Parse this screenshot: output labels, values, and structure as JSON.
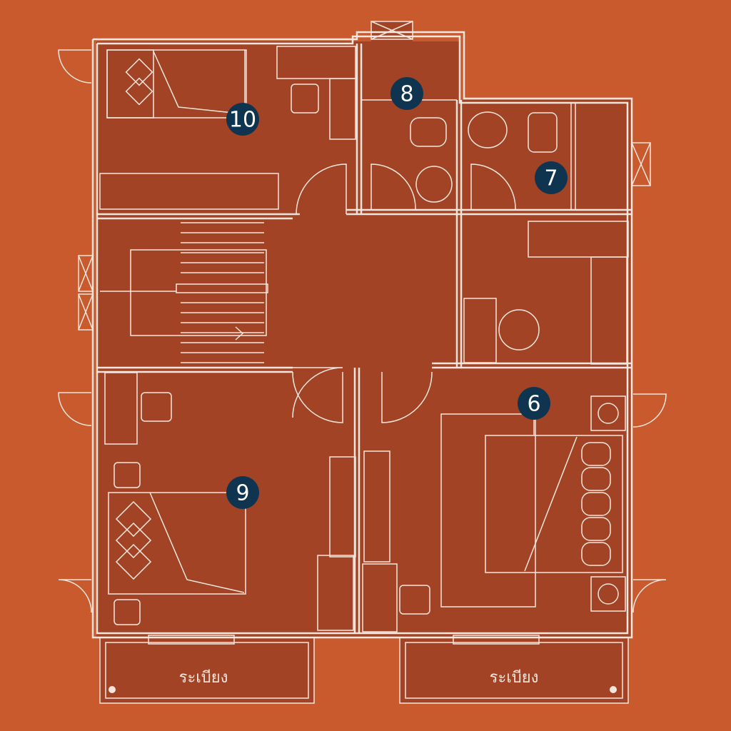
{
  "plan": {
    "colors": {
      "background": "#C95A2E",
      "room_fill": "#A34325",
      "line": "#F4E6DC",
      "marker": "#0E3450"
    },
    "markers": [
      {
        "id": "room-10",
        "label": "10"
      },
      {
        "id": "room-8",
        "label": "8"
      },
      {
        "id": "room-7",
        "label": "7"
      },
      {
        "id": "room-6",
        "label": "6"
      },
      {
        "id": "room-9",
        "label": "9"
      }
    ],
    "balconies": [
      {
        "label": "ระเบียง"
      },
      {
        "label": "ระเบียง"
      }
    ]
  }
}
